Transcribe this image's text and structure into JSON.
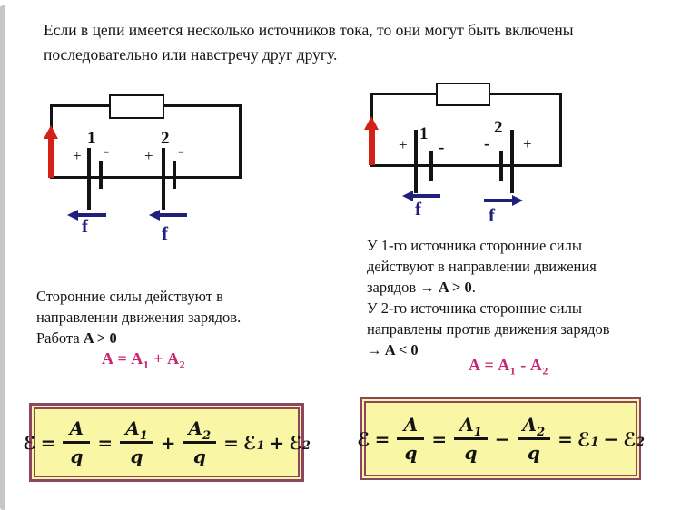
{
  "colors": {
    "background": "#ffffff",
    "wire": "#131313",
    "arrow_red": "#d32115",
    "arrow_blue": "#20207c",
    "formula_magenta": "#c92472",
    "box_fill": "#f9f7a5",
    "box_border": "#8e4560"
  },
  "header": {
    "line1": "Если в цепи имеется несколько источников тока, то они могут быть включены",
    "line2": "последовательно или навстречу друг другу."
  },
  "circuit_left": {
    "battery1": {
      "num": "1",
      "sign_left": "+",
      "sign_right": "-",
      "force": "f"
    },
    "battery2": {
      "num": "2",
      "sign_left": "+",
      "sign_right": "-",
      "force": "f"
    }
  },
  "circuit_right": {
    "battery1": {
      "num": "1",
      "sign_left": "+",
      "sign_right": "-",
      "force": "f"
    },
    "battery2": {
      "num": "2",
      "sign_left": "-",
      "sign_right": "+",
      "force": "f"
    }
  },
  "left_note": {
    "line1": "Сторонние силы действуют в",
    "line2": "направлении движения зарядов.",
    "line3_pre": "Работа ",
    "line3_bold": "A > 0"
  },
  "right_note": {
    "line1": "У 1-го источника сторонние силы",
    "line2": "действуют в направлении движения",
    "line3_pre": "зарядов ",
    "line3_bold": "→ A > 0",
    "line3_post": ".",
    "line4": "У 2-го источника сторонние силы",
    "line5": "направлены против движения зарядов",
    "line6_bold": "→ A < 0"
  },
  "work_left": {
    "lhs": "A",
    "eq": "=",
    "t1": "A",
    "t1_sub": "1",
    "op": "+",
    "t2": "A",
    "t2_sub": "2"
  },
  "work_right": {
    "lhs": "A",
    "eq": "=",
    "t1": "A",
    "t1_sub": "1",
    "op": "-",
    "t2": "A",
    "t2_sub": "2"
  },
  "emf_left": {
    "e": "ℰ",
    "eq": "=",
    "num_a": "A",
    "den_q": "q",
    "num_a1": "A",
    "sub1": "1",
    "op": "+",
    "num_a2": "A",
    "sub2": "2",
    "e1": "ℰ",
    "e2": "ℰ"
  },
  "emf_right": {
    "e": "ℰ",
    "eq": "=",
    "num_a": "A",
    "den_q": "q",
    "num_a1": "A",
    "sub1": "1",
    "op": "−",
    "num_a2": "A",
    "sub2": "2",
    "e1": "ℰ",
    "e2": "ℰ"
  }
}
